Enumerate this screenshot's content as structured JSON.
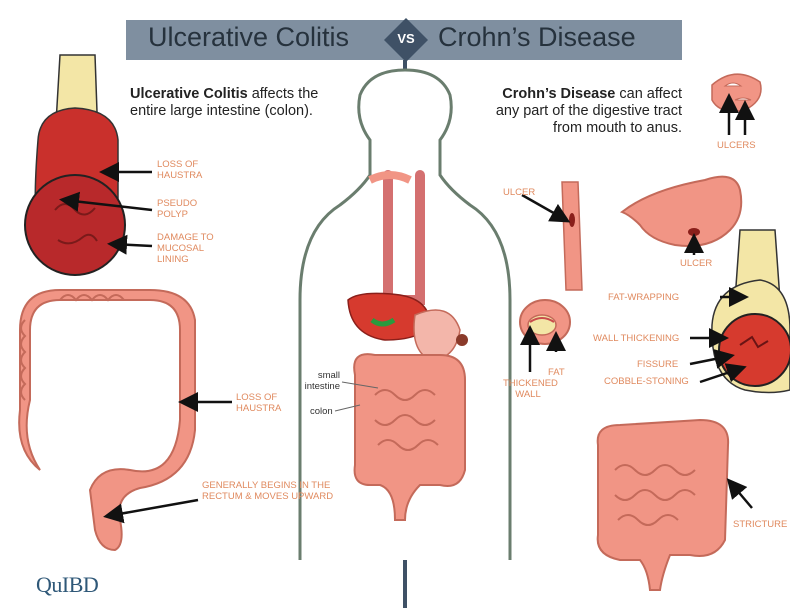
{
  "header": {
    "left_title": "Ulcerative Colitis",
    "vs": "VS",
    "right_title": "Crohn’s Disease",
    "colors": {
      "bar": "#7f8fa0",
      "diamond": "#3f5166",
      "accent": "#e08a5f"
    }
  },
  "uc": {
    "intro_bold": "Ulcerative Colitis",
    "intro_line1_rest": " affects the",
    "intro_line2": "entire large intestine (colon).",
    "labels": {
      "loss_haustra_1": [
        "LOSS OF",
        "HAUSTRA"
      ],
      "pseudo_polyp": [
        "PSEUDO",
        "POLYP"
      ],
      "damage": [
        "DAMAGE TO",
        "MUCOSAL",
        "LINING"
      ],
      "loss_haustra_2": [
        "LOSS OF",
        "HAUSTRA"
      ],
      "begins": [
        "GENERALLY BEGINS IN THE",
        "RECTUM & MOVES UPWARD"
      ]
    }
  },
  "body_labels": {
    "small_intestine": [
      "small",
      "intestine"
    ],
    "colon": "colon"
  },
  "cd": {
    "intro_bold": "Crohn’s Disease",
    "intro_line1_rest": " can affect",
    "intro_line2": "any part of the digestive tract",
    "intro_line3": "from mouth to anus.",
    "labels": {
      "ulcers": "ULCERS",
      "ulcer_esophagus": "ULCER",
      "ulcer_stomach": "ULCER",
      "fat_wrapping": "FAT-WRAPPING",
      "wall_thickening": "WALL THICKENING",
      "fissure": "FISSURE",
      "cobble": "COBBLE-STONING",
      "fat": "FAT",
      "thickened_wall": [
        "THICKENED",
        "WALL"
      ],
      "stricture": "STRICTURE"
    }
  },
  "logo": "QuIBD"
}
